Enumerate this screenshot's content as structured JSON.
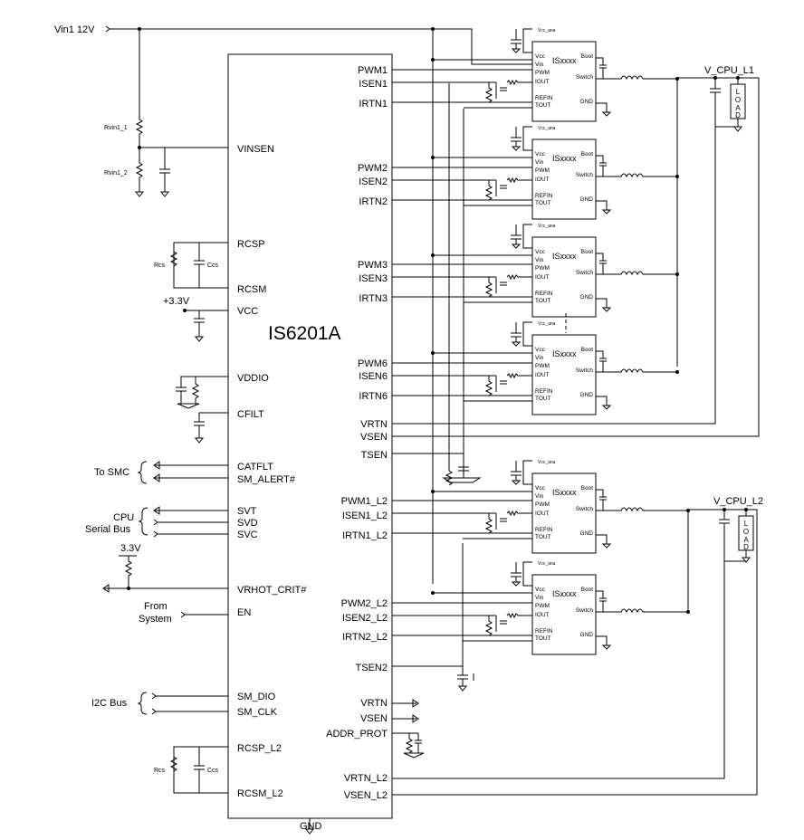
{
  "controller": {
    "name": "IS6201A",
    "left_pins": [
      "VINSEN",
      "RCSP",
      "RCSM",
      "VCC",
      "VDDIO",
      "CFILT",
      "CATFLT",
      "SM_ALERT#",
      "SVT",
      "SVD",
      "SVC",
      "VRHOT_CRIT#",
      "EN",
      "SM_DIO",
      "SM_CLK",
      "RCSP_L2",
      "RCSM_L2"
    ],
    "right_pins": [
      "PWM1",
      "ISEN1",
      "IRTN1",
      "PWM2",
      "ISEN2",
      "IRTN2",
      "PWM3",
      "ISEN3",
      "IRTN3",
      "PWM6",
      "ISEN6",
      "IRTN6",
      "VRTN",
      "VSEN",
      "TSEN",
      "PWM1_L2",
      "ISEN1_L2",
      "IRTN1_L2",
      "PWM2_L2",
      "ISEN2_L2",
      "IRTN2_L2",
      "TSEN2",
      "VRTN",
      "VSEN",
      "ADDR_PROT",
      "VRTN_L2",
      "VSEN_L2"
    ],
    "bottom_pin": "GND"
  },
  "labels": {
    "vin": "Vin1 12V",
    "rvin1": "Rvin1_1",
    "rvin2": "Rvin1_2",
    "rcs": "Rcs",
    "ccs": "Ccs",
    "p33": "+3.3V",
    "v33": "3.3V",
    "to_smc": "To SMC",
    "cpu_bus_1": "CPU",
    "cpu_bus_2": "Serial Bus",
    "from_1": "From",
    "from_2": "System",
    "i2c": "I2C Bus",
    "rail1": "V_CPU_L1",
    "rail2": "V_CPU_L2",
    "load": [
      "L",
      "O",
      "A",
      "D"
    ]
  },
  "powerstage": {
    "name": "ISxxxx",
    "vcc_top": "Vcc_ana",
    "pins_left": [
      "Vcc",
      "Vin",
      "PWM",
      "IOUT",
      "REFIN",
      "TOUT"
    ],
    "pins_right": [
      "Boot",
      "Switch",
      "GND"
    ]
  }
}
